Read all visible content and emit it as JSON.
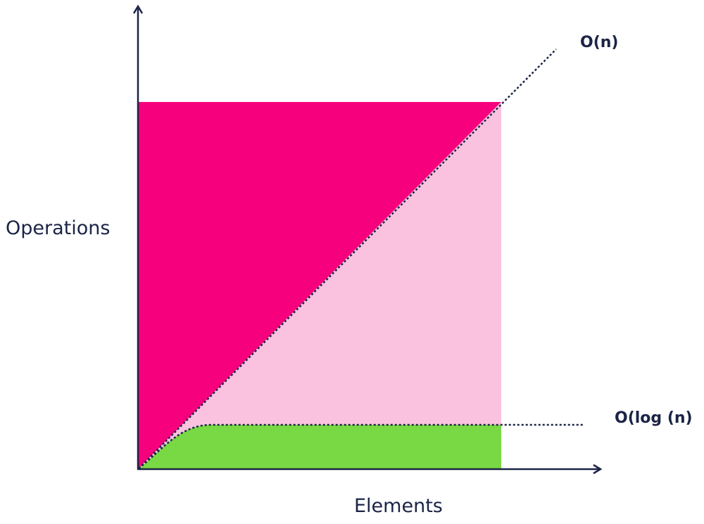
{
  "labels": {
    "y_axis": "Operations",
    "x_axis": "Elements",
    "linear_curve": "O(n)",
    "log_curve": "O(log (n)"
  },
  "colors": {
    "above_linear": "#f7007d",
    "below_linear": "#fbc2e0",
    "below_log": "#79d944",
    "axis": "#1b2445",
    "text": "#1b2445"
  }
}
